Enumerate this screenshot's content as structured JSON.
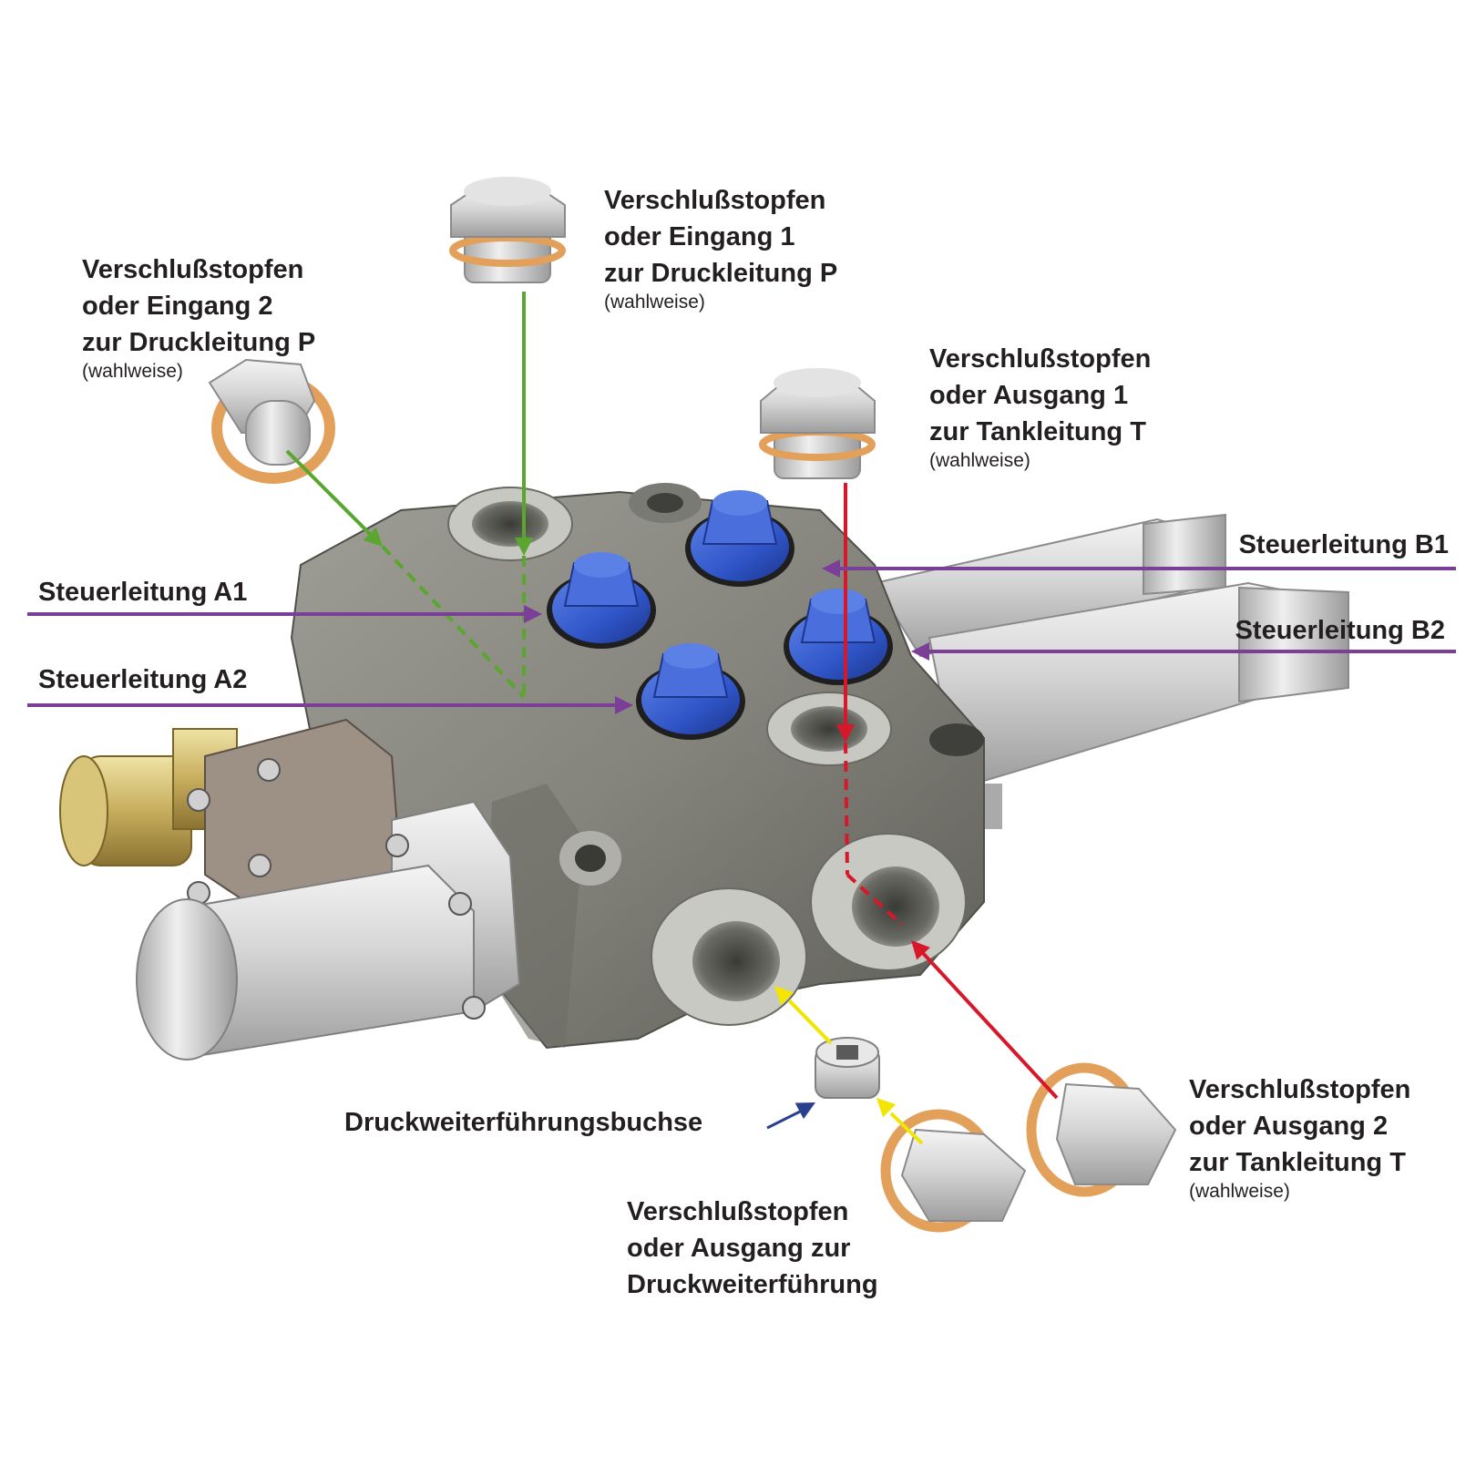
{
  "labels": {
    "plug_inlet2": {
      "lines": [
        "Verschlußstopfen",
        "oder Eingang 2",
        "zur Druckleitung P"
      ],
      "note": "(wahlweise)"
    },
    "plug_inlet1": {
      "lines": [
        "Verschlußstopfen",
        "oder Eingang 1",
        "zur Druckleitung P"
      ],
      "note": "(wahlweise)"
    },
    "plug_outlet1": {
      "lines": [
        "Verschlußstopfen",
        "oder Ausgang 1",
        "zur Tankleitung T"
      ],
      "note": "(wahlweise)"
    },
    "plug_outlet2": {
      "lines": [
        "Verschlußstopfen",
        "oder Ausgang 2",
        "zur Tankleitung T"
      ],
      "note": "(wahlweise)"
    },
    "plug_power_beyond": {
      "lines": [
        "Verschlußstopfen",
        "oder Ausgang zur",
        "Druckweiterführung"
      ]
    },
    "power_beyond_sleeve": "Druckweiterführungsbuchse",
    "control_a1": "Steuerleitung A1",
    "control_a2": "Steuerleitung A2",
    "control_b1": "Steuerleitung B1",
    "control_b2": "Steuerleitung B2"
  },
  "colors": {
    "arrow_pressure": "#5aa62e",
    "arrow_tank": "#d7182a",
    "arrow_control": "#7b3f98",
    "arrow_power_beyond": "#f2e500",
    "arrow_sleeve": "#2b3f8f",
    "valve_body": "#8c8c84",
    "plug_blue": "#2f55c8",
    "aluminium": "#d6d7d6",
    "copper_seal": "#e3a05a"
  }
}
